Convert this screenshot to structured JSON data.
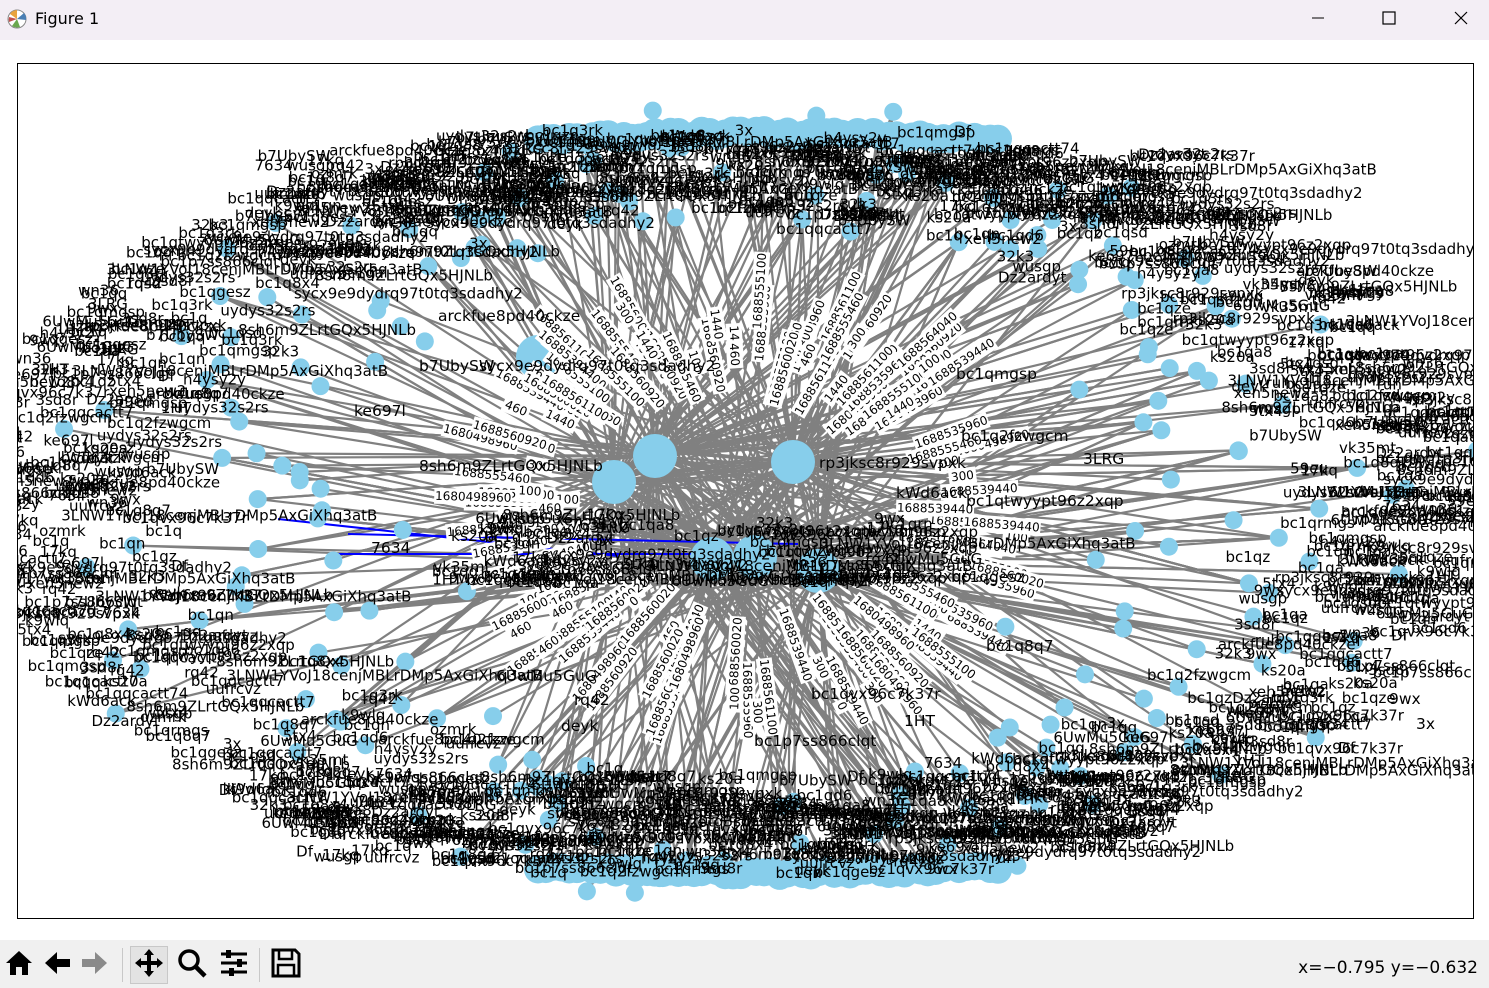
{
  "window": {
    "title": "Figure 1",
    "icon": "matplotlib-icon",
    "buttons": [
      "minimize-icon",
      "maximize-icon",
      "close-icon"
    ]
  },
  "toolbar": {
    "tools": [
      "home-icon",
      "back-icon",
      "forward-icon",
      "pan-icon",
      "zoom-icon",
      "configure-subplots-icon",
      "save-icon"
    ],
    "active_tool": "pan-icon",
    "coords": "x=−0.795 y=−0.632"
  },
  "colors": {
    "node": "#87ceeb",
    "edge": "#808080",
    "highlight_edge": "#0000ff",
    "label": "#000000"
  },
  "graph": {
    "node_labels": [
      "3LNW1YVoJ18cenjMBLrDMp5AxGiXhq3atB",
      "bc1qtwyypt96z2xqp",
      "bc1qqcactt7",
      "bc1qmgsp",
      "bc1q2fzwgcm",
      "bc1qgesz",
      "bc1q8q7",
      "bc1qvx96c7k37r",
      "bc1p7ss866clqt",
      "sycx9e9dydrq97t0tq3sdadhy2",
      "arckfue8pd40ckze",
      "ke697l",
      "8sh6m9ZLrtGQx5HJNLb",
      "6UwMu5GuG",
      "1HT",
      "3LRG",
      "b7UbySW",
      "kWd6ack",
      "rp3jksc8r929svpxk",
      "uydys32s2rs",
      "wn36",
      "h4ysy2y",
      "ks20a",
      "7634",
      "rq42",
      "deyk",
      "3x",
      "Df",
      "9wx",
      "uufrcvz",
      "wusgp",
      "bc1qrmgs",
      "bc1qa",
      "bc1q",
      "bc1qz",
      "bc1qqcactt74",
      "bc1q3rk",
      "59eu",
      "vk35mt",
      "k9wlq",
      "3sd8r",
      "Dz2ardyt",
      "xeh5new2",
      "ruh",
      "ozmrk",
      "bc1qa8",
      "32k3",
      "5tx4",
      "bc1qsd",
      "bc1q8x4",
      "bc1qd6",
      "bc1qq",
      "17kq",
      "bc1qze",
      "bc1qn",
      "bc1qrn"
    ],
    "edge_labels": [
      "1688535960",
      "1688555460",
      "1688539440",
      "1688561100",
      "1688564040",
      "1688560920",
      "1688555100",
      "1680498960",
      "1688560020",
      "0",
      "460",
      "100",
      "300",
      "1440"
    ]
  }
}
